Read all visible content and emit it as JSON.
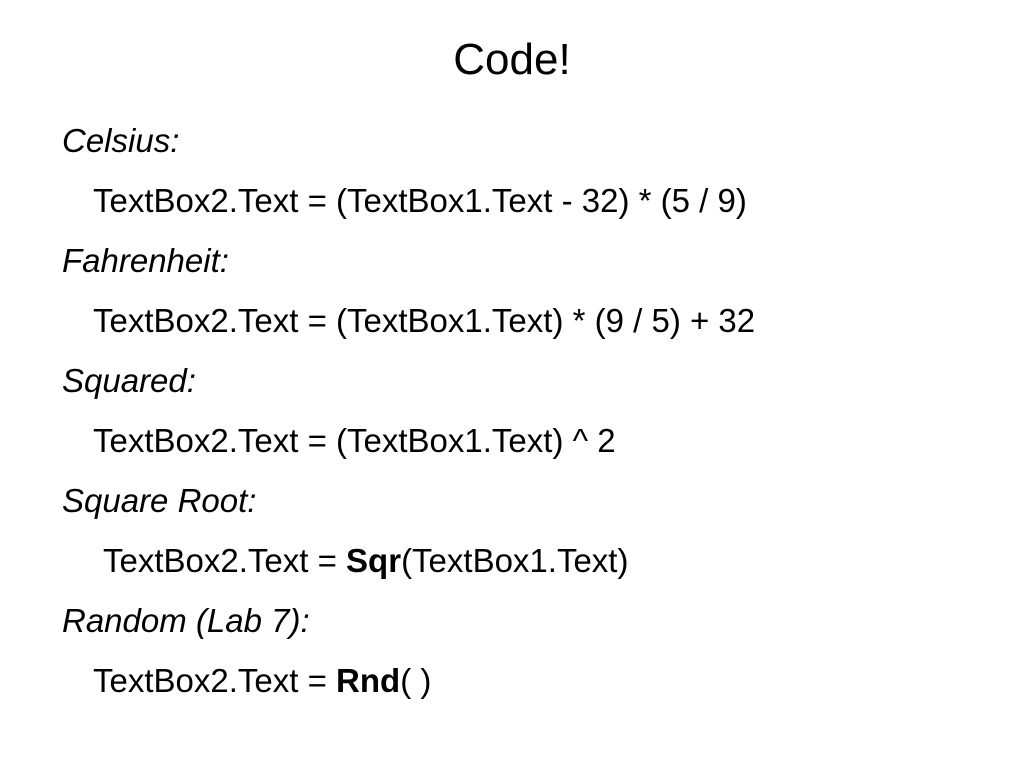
{
  "title": "Code!",
  "sections": [
    {
      "label": "Celsius:",
      "code": "TextBox2.Text = (TextBox1.Text - 32) * (5 / 9)"
    },
    {
      "label": "Fahrenheit:",
      "code": "TextBox2.Text = (TextBox1.Text) * (9 / 5) + 32"
    },
    {
      "label": "Squared:",
      "code": "TextBox2.Text = (TextBox1.Text) ^ 2"
    },
    {
      "label": "Square Root:",
      "code_prefix": "TextBox2.Text = ",
      "code_keyword": "Sqr",
      "code_suffix": "(TextBox1.Text)"
    },
    {
      "label": "Random (Lab 7):",
      "code_prefix": "TextBox2.Text = ",
      "code_keyword": "Rnd",
      "code_suffix": "( )"
    }
  ]
}
